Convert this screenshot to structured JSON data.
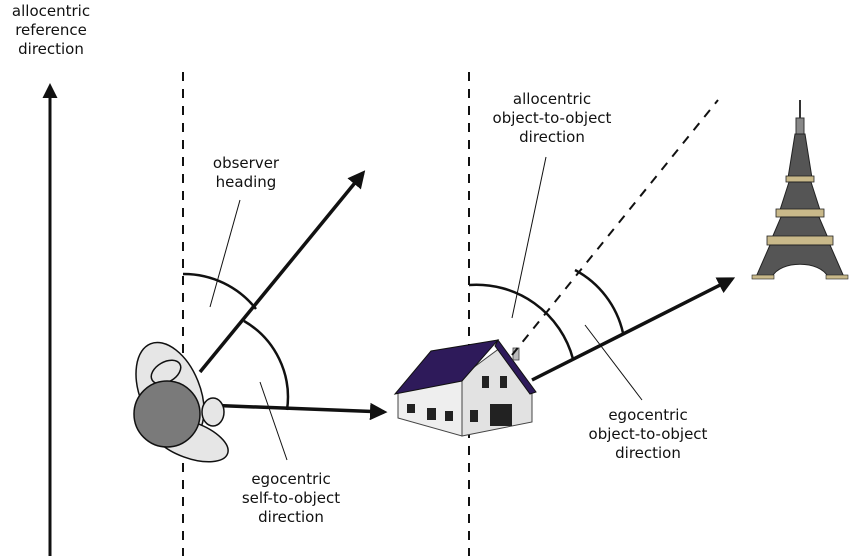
{
  "colors": {
    "ink": "#111111",
    "roof": "#2e1a5a",
    "wall": "#eeeeee",
    "head_fill": "#7a7a7a",
    "shoulder_fill": "#e6e6e6",
    "tower": "#555555",
    "tower_gold": "#c9b98a"
  },
  "icons": {
    "observer": "observer-top-view-icon",
    "house": "house-icon",
    "tower": "eiffel-tower-icon"
  },
  "labels": {
    "allocentric_reference": [
      "allocentric",
      "reference",
      "direction"
    ],
    "observer_heading": [
      "observer",
      "heading"
    ],
    "egocentric_self": [
      "egocentric",
      "self-to-object",
      "direction"
    ],
    "allocentric_object": [
      "allocentric",
      "object-to-object",
      "direction"
    ],
    "egocentric_object": [
      "egocentric",
      "object-to-object",
      "direction"
    ]
  }
}
